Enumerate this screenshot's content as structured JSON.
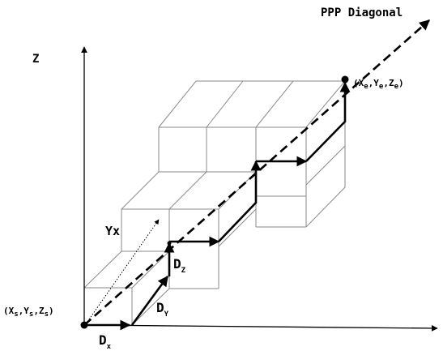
{
  "labels": {
    "diagonal": "PPP Diagonal",
    "z_axis": "Z",
    "start_point": {
      "open": "(X",
      "s1": "s",
      "c1": ",Y",
      "s2": "s",
      "c2": ",Z",
      "s3": "s",
      "close": ")"
    },
    "end_point": {
      "open": "(X",
      "s1": "e",
      "c1": ",Y",
      "s2": "e",
      "c2": ",Z",
      "s3": "e",
      "close": ")"
    },
    "yx": "Yx",
    "dx": {
      "main": "D",
      "sub": "x"
    },
    "dy": {
      "main": "D",
      "sub": "Y"
    },
    "dz": {
      "main": "D",
      "sub": "Z"
    }
  },
  "colors": {
    "ink": "#000000",
    "box_edge": "#8a8a8a"
  }
}
